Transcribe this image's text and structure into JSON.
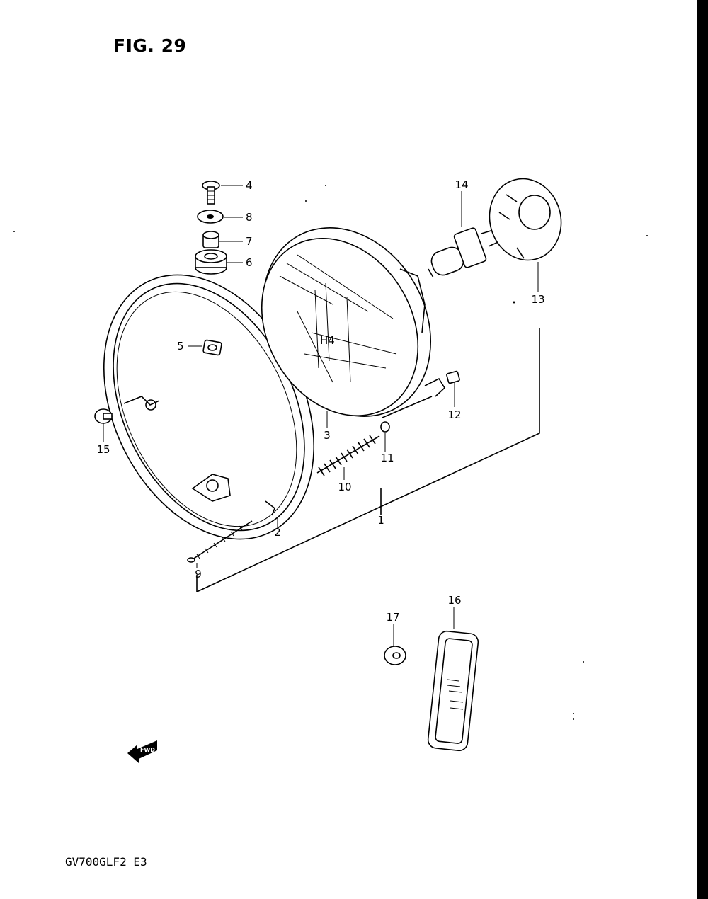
{
  "figure": {
    "title": "FIG. 29",
    "model_code": "GV700GLF2 E3"
  },
  "callouts": [
    {
      "id": "1",
      "label": "1"
    },
    {
      "id": "2",
      "label": "2"
    },
    {
      "id": "3",
      "label": "3"
    },
    {
      "id": "4",
      "label": "4"
    },
    {
      "id": "5",
      "label": "5"
    },
    {
      "id": "6",
      "label": "6"
    },
    {
      "id": "7",
      "label": "7"
    },
    {
      "id": "8",
      "label": "8"
    },
    {
      "id": "9",
      "label": "9"
    },
    {
      "id": "10",
      "label": "10"
    },
    {
      "id": "11",
      "label": "11"
    },
    {
      "id": "12",
      "label": "12"
    },
    {
      "id": "13",
      "label": "13"
    },
    {
      "id": "14",
      "label": "14"
    },
    {
      "id": "15",
      "label": "15"
    },
    {
      "id": "16",
      "label": "16"
    },
    {
      "id": "17",
      "label": "17"
    }
  ],
  "lens_marking": "H4",
  "direction_marker": {
    "label": "FWD"
  },
  "colors": {
    "ink": "#000000",
    "paper": "#ffffff"
  }
}
